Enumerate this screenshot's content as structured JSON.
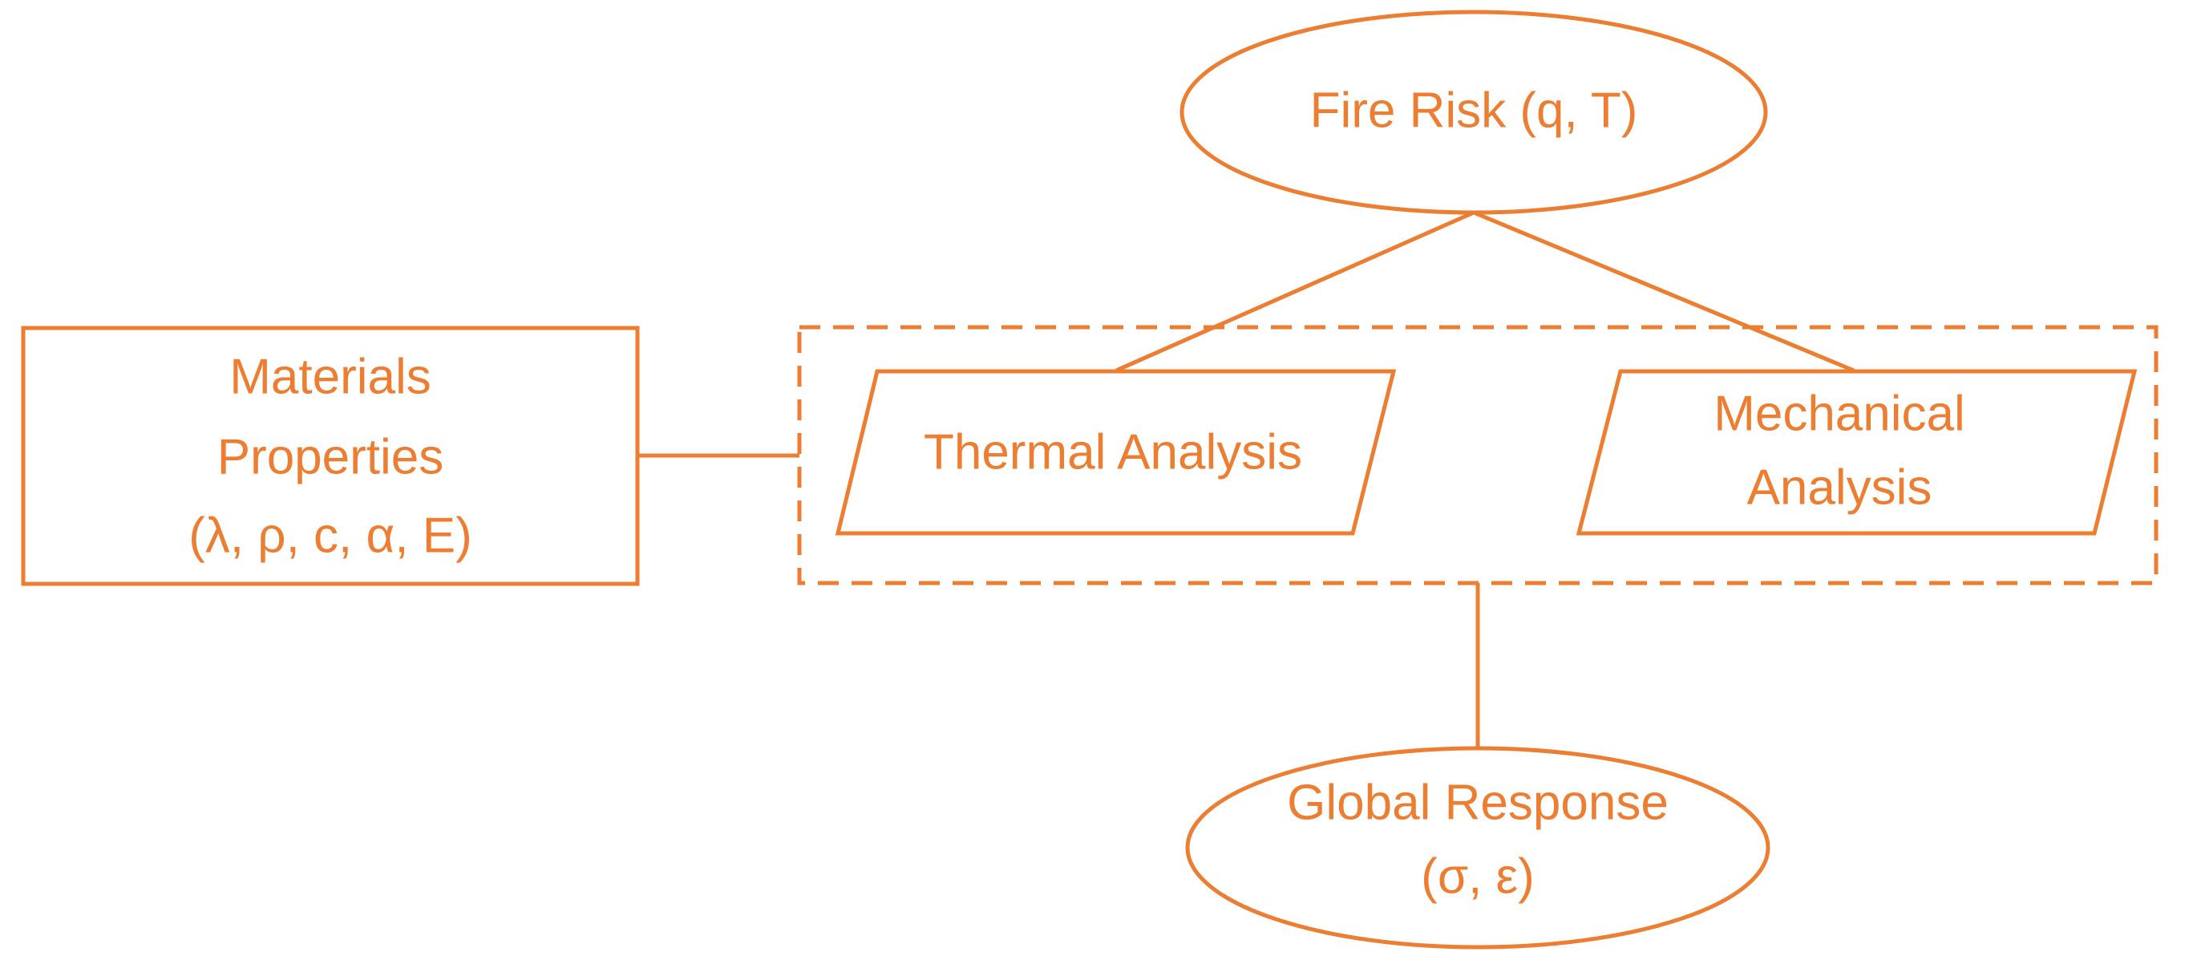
{
  "colors": {
    "accent": "#ED7D31",
    "background": "#FFFFFF"
  },
  "nodes": {
    "fire_risk": {
      "lines": [
        "Fire Risk (q, T)"
      ]
    },
    "materials_properties": {
      "lines": [
        "Materials",
        "Properties",
        "(λ, ρ, c, α, E)"
      ]
    },
    "thermal_analysis": {
      "lines": [
        "Thermal Analysis"
      ]
    },
    "mechanical_analysis": {
      "lines": [
        "Mechanical",
        "Analysis"
      ]
    },
    "global_response": {
      "lines": [
        "Global Response",
        "(σ, ε)"
      ]
    }
  }
}
